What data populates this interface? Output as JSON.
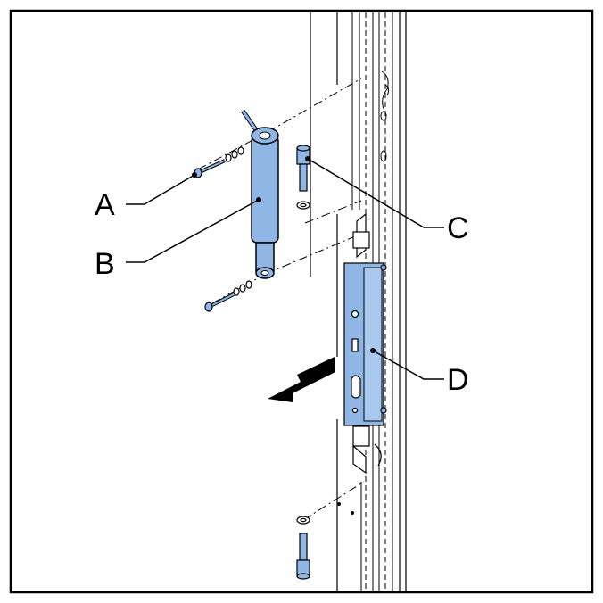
{
  "labels": {
    "a": "A",
    "b": "B",
    "c": "C",
    "d": "D"
  },
  "colors": {
    "part_blue": "#8fb6e4",
    "part_blue_dark": "#5f8fc8",
    "line": "#000000",
    "frame": "#000000"
  },
  "icons": [
    "arrow-left-down-icon"
  ]
}
